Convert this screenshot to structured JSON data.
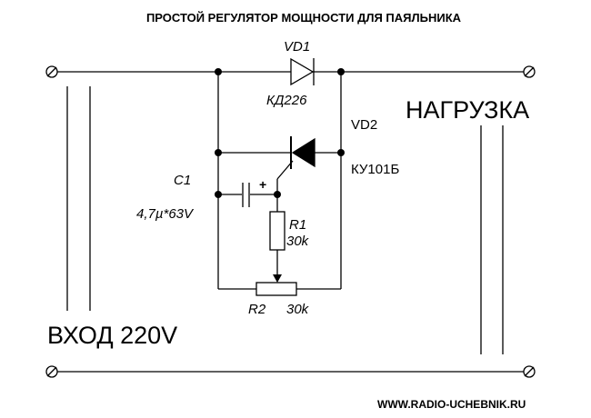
{
  "title": "ПРОСТОЙ РЕГУЛЯТОР МОЩНОСТИ ДЛЯ ПАЯЛЬНИКА",
  "input_label": "ВХОД 220V",
  "load_label": "НАГРУЗКА",
  "website": "WWW.RADIO-UCHEBNIK.RU",
  "website_color": "#cc0000",
  "components": {
    "vd1": {
      "ref": "VD1",
      "value": "КД226"
    },
    "vd2": {
      "ref": "VD2",
      "value": "КУ101Б"
    },
    "c1": {
      "ref": "C1",
      "value": "4,7µ*63V",
      "polarity": "+"
    },
    "r1": {
      "ref": "R1",
      "value": "30k"
    },
    "r2": {
      "ref": "R2",
      "value": "30k"
    }
  }
}
